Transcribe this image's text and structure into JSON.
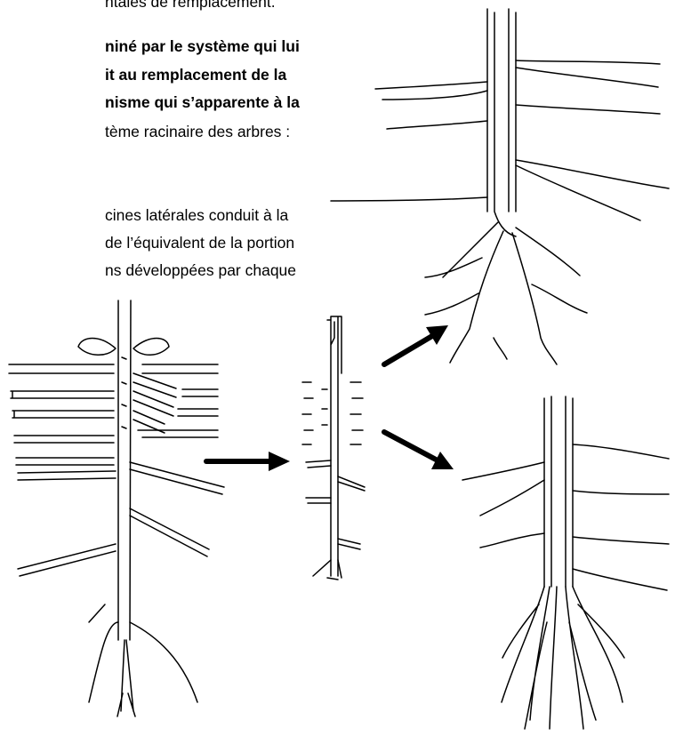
{
  "text": {
    "line0": "ntales de remplacement.",
    "bold1": "niné par le système qui lui",
    "bold2": "it au remplacement de la",
    "bold3": "nisme qui s’apparente à la",
    "line4": "tème racinaire des arbres :",
    "line5": "cines latérales conduit à la",
    "line6": "de l’équivalent de la portion",
    "line7": "ns développées par chaque"
  },
  "colors": {
    "ink": "#000000",
    "background": "#ffffff"
  }
}
